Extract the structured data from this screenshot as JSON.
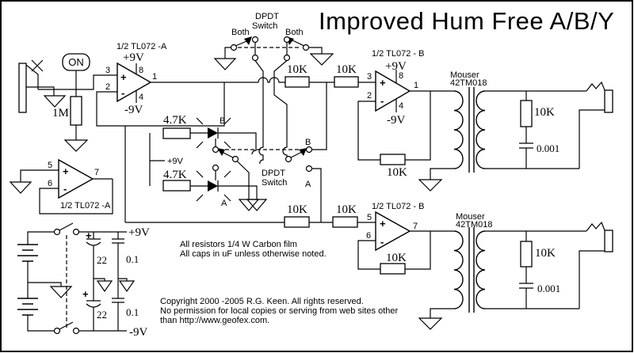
{
  "title": "Improved Hum Free A/B/Y",
  "both_switch": {
    "label_line1": "DPDT",
    "label_line2": "Switch",
    "left_position": "Both",
    "right_position": "Both"
  },
  "input": {
    "jack_switch": "ON",
    "pulldown": "1M"
  },
  "opamp_buffer": {
    "label": "1/2  TL072  -A",
    "vplus": "+9V",
    "vminus": "-9V",
    "pin_in_plus": "3",
    "pin_in_minus": "2",
    "pin_vplus": "8",
    "pin_vminus": "4",
    "pin_out": "1",
    "plus": "+",
    "minus": "-"
  },
  "opamp_ref": {
    "label": "1/2  TL072  -A",
    "pin_in_plus": "5",
    "pin_in_minus": "6",
    "pin_out": "7",
    "plus": "+",
    "minus": "-"
  },
  "led_indicators": {
    "r_top": "4.7K",
    "r_bottom": "4.7K",
    "supply": "+9V",
    "led_top": "B",
    "led_bottom": "A"
  },
  "selector_switch": {
    "label_line1": "DPDT",
    "label_line2": "Switch",
    "contact_top": "B",
    "contact_bottom": "A"
  },
  "path_top": {
    "r1": "10K",
    "r2": "10K"
  },
  "path_bottom": {
    "r1": "10K",
    "r2": "10K"
  },
  "channel_top": {
    "opamp_label": "1/2  TL072  - B",
    "vplus": "+9V",
    "vminus": "-9V",
    "pin_in_plus": "3",
    "pin_in_minus": "2",
    "pin_vplus": "8",
    "pin_vminus": "4",
    "pin_out": "1",
    "plus": "+",
    "minus": "-",
    "r_feedback": "10K",
    "transformer_line1": "Mouser",
    "transformer_line2": "42TM018",
    "r_out": "10K",
    "c_out": "0.001"
  },
  "channel_bottom": {
    "opamp_label": "1/2  TL072  - B",
    "pin_in_plus": "5",
    "pin_in_minus": "6",
    "pin_out": "7",
    "plus": "+",
    "minus": "-",
    "r_feedback": "10K",
    "transformer_line1": "Mouser",
    "transformer_line2": "42TM018",
    "r_out": "10K",
    "c_out": "0.001"
  },
  "power": {
    "vplus": "+9V",
    "vminus": "-9V",
    "cap_elec_top": "22",
    "cap_elec_bottom": "22",
    "cap_film_top": "0.1",
    "cap_film_bottom": "0.1",
    "plus_top": "+",
    "plus_bottom": "+"
  },
  "notes": {
    "line1": "All resistors 1/4 W Carbon film",
    "line2": "All caps in uF unless otherwise noted."
  },
  "copyright": {
    "line1": "Copyright 2000 -2005 R.G. Keen. All rights reserved.",
    "line2": "No permission for local copies or serving from web sites other",
    "line3": "than http://www.geofex.com."
  }
}
